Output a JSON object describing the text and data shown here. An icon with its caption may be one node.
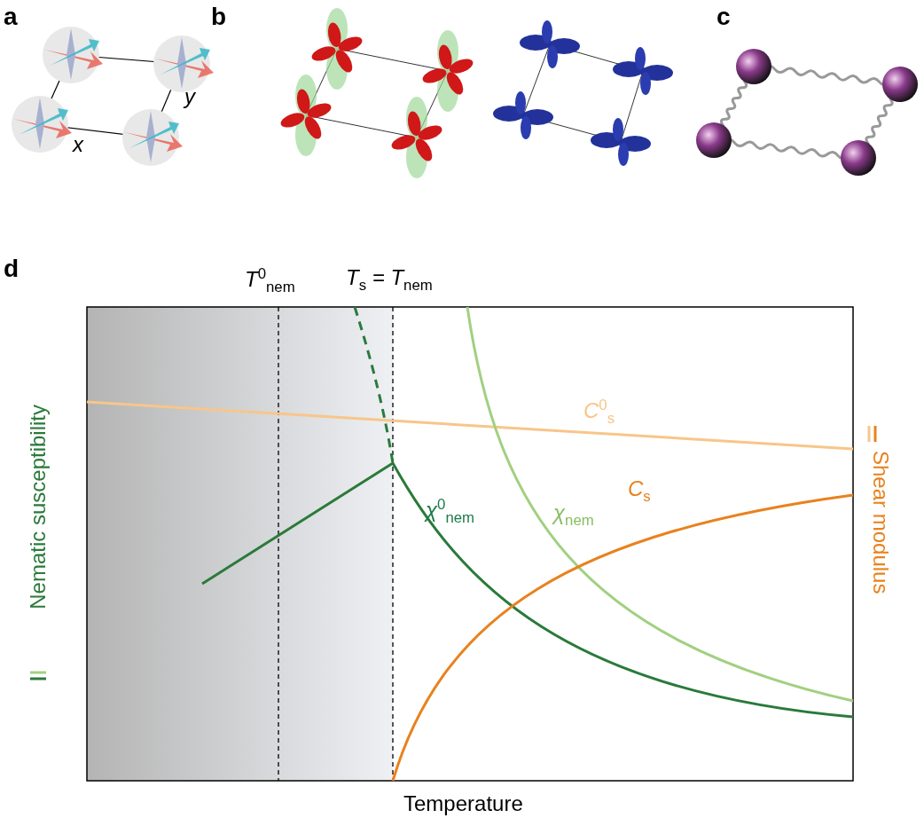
{
  "diagram": {
    "labels": [
      "a",
      "b",
      "c",
      "y",
      "x",
      "d",
      "T$^{0}$$_{nem}$",
      "T$_{s}$ = T$_{nem}$",
      "C$^{0}$$_{s}$",
      "χ$^{0}$$_{nem}$",
      "χ$_{nem}$",
      "C$_{s}$",
      "Nematic susceptibility",
      "Shear modulus",
      "Temperature"
    ]
  }
}
